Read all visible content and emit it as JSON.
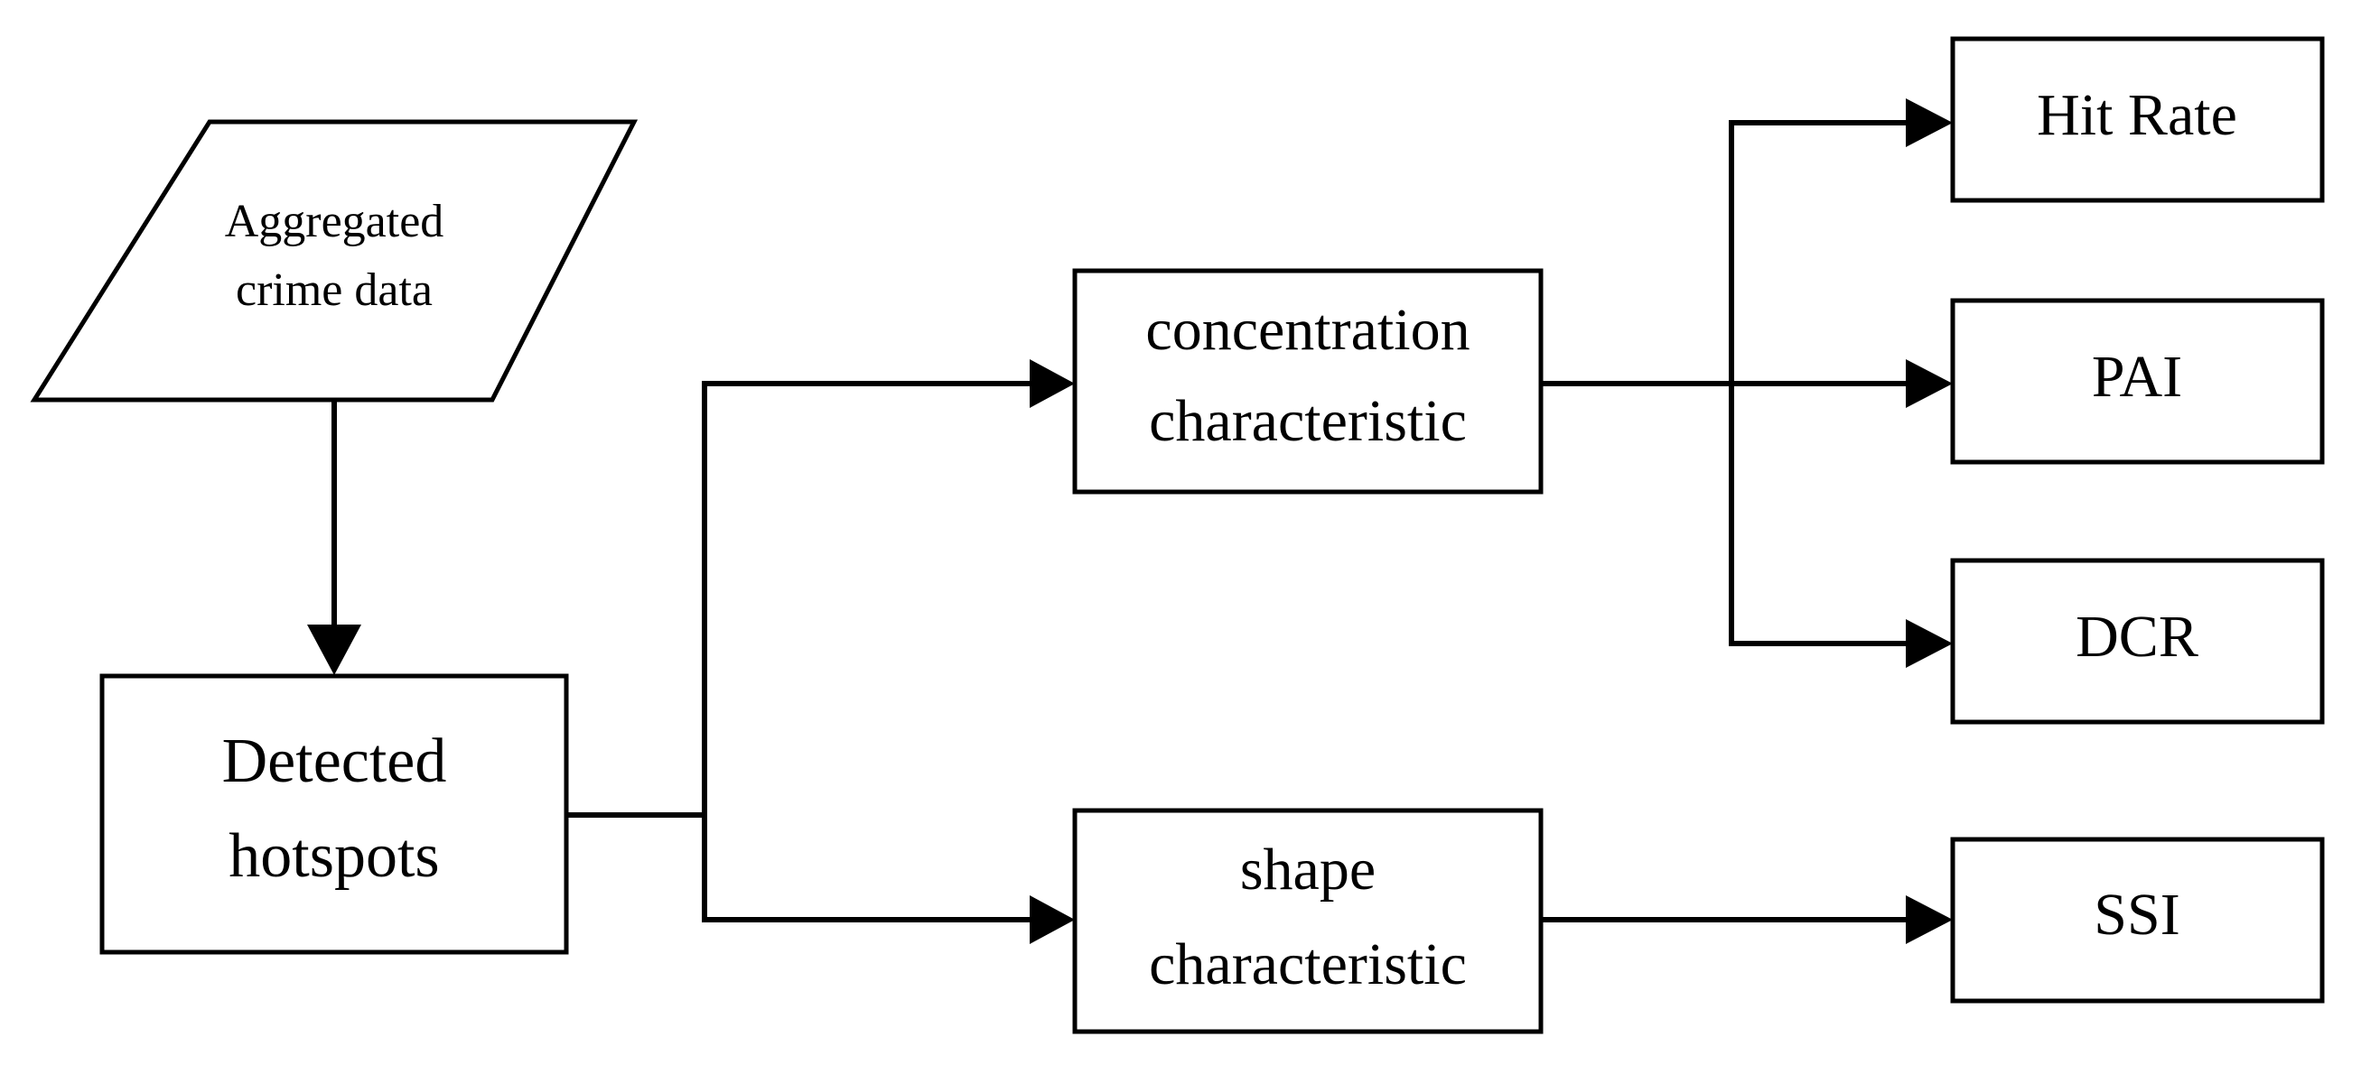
{
  "diagram": {
    "nodes": {
      "input": {
        "line1": "Aggregated",
        "line2": "crime data"
      },
      "hotspots": {
        "line1": "Detected",
        "line2": "hotspots"
      },
      "concentration": {
        "line1": "concentration",
        "line2": "characteristic"
      },
      "shape": {
        "line1": "shape",
        "line2": "characteristic"
      },
      "hit_rate": {
        "label": "Hit Rate"
      },
      "pai": {
        "label": "PAI"
      },
      "dcr": {
        "label": "DCR"
      },
      "ssi": {
        "label": "SSI"
      }
    },
    "edges": [
      {
        "from": "input",
        "to": "hotspots"
      },
      {
        "from": "hotspots",
        "to": "concentration"
      },
      {
        "from": "hotspots",
        "to": "shape"
      },
      {
        "from": "concentration",
        "to": "hit_rate"
      },
      {
        "from": "concentration",
        "to": "pai"
      },
      {
        "from": "concentration",
        "to": "dcr"
      },
      {
        "from": "shape",
        "to": "ssi"
      }
    ],
    "colors": {
      "stroke": "#000000",
      "fill": "#ffffff",
      "text": "#000000"
    }
  }
}
